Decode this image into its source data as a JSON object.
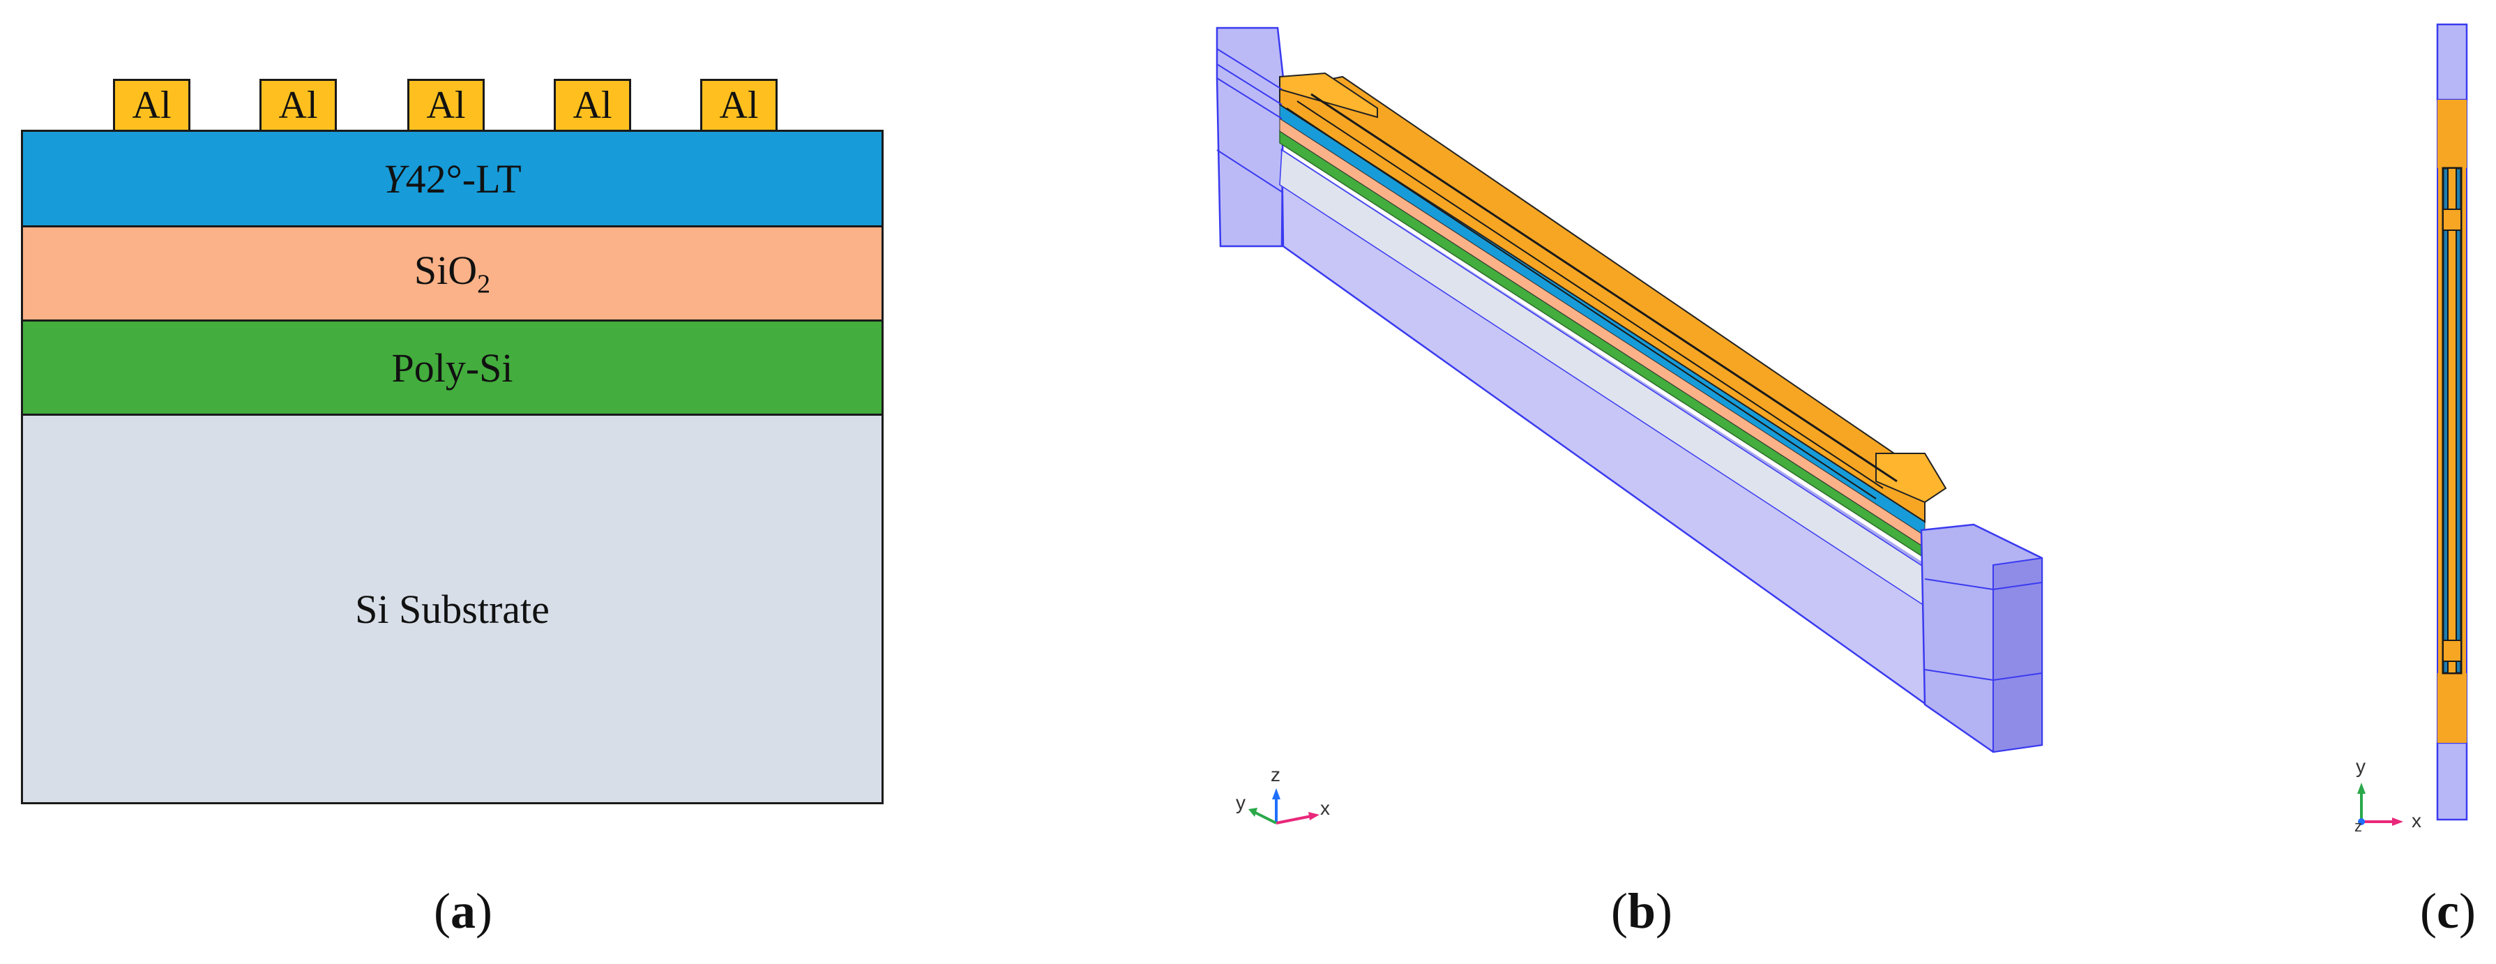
{
  "panel_a": {
    "electrodes": [
      "Al",
      "Al",
      "Al",
      "Al",
      "Al"
    ],
    "layers": {
      "piezo": {
        "italic": "Y",
        "rest": "42°-LT"
      },
      "oxide": {
        "base": "SiO",
        "sub": "2"
      },
      "poly": "Poly-Si",
      "substrate": "Si Substrate"
    },
    "caption": "a"
  },
  "panel_b": {
    "axes": {
      "x": "x",
      "y": "y",
      "z": "z"
    },
    "caption": "b"
  },
  "panel_c": {
    "axes": {
      "x": "x",
      "y": "y",
      "z": "z"
    },
    "caption": "c"
  },
  "colors": {
    "electrode": "#ffc01f",
    "piezo": "#179cd9",
    "oxide": "#fbb288",
    "poly": "#43ad3d",
    "substrate": "#d7dee8",
    "pml": "#b7b7f7",
    "pml_edge": "#3a3af0",
    "metal_3d": "#f6a623"
  }
}
